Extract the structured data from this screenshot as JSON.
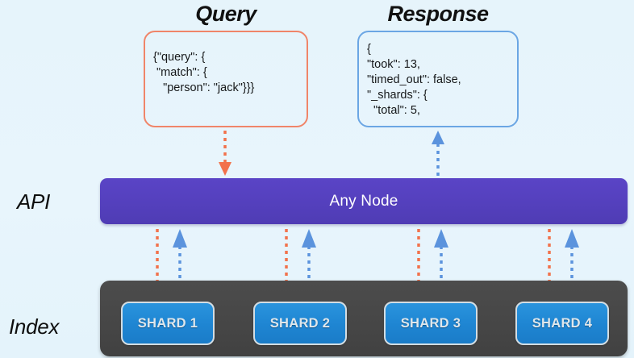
{
  "diagram": {
    "background_color": "#e6f4fb",
    "titles": {
      "query": "Query",
      "response": "Response"
    },
    "row_labels": {
      "api": "API",
      "index": "Index"
    },
    "query_box": {
      "border_color": "#f08569",
      "lines": [
        "{\"query\": {",
        " \"match\": {",
        "   \"person\": \"jack\"}}}"
      ]
    },
    "response_box": {
      "border_color": "#6ba6e4",
      "lines": [
        "{",
        "\"took\": 13,",
        "\"timed_out\": false,",
        "\"_shards\": {",
        "  \"total\": 5,"
      ]
    },
    "node_bar": {
      "label": "Any Node",
      "color": "#5440bd"
    },
    "index_container": {
      "color": "#464646",
      "shards": [
        {
          "label": "SHARD 1",
          "color": "#1f86d3"
        },
        {
          "label": "SHARD 2",
          "color": "#1f86d3"
        },
        {
          "label": "SHARD 3",
          "color": "#1f86d3"
        },
        {
          "label": "SHARD 4",
          "color": "#1f86d3"
        }
      ]
    },
    "arrows": {
      "request_color": "#f2724c",
      "response_color": "#5b93dd",
      "request_direction": "down",
      "response_direction": "up"
    }
  }
}
